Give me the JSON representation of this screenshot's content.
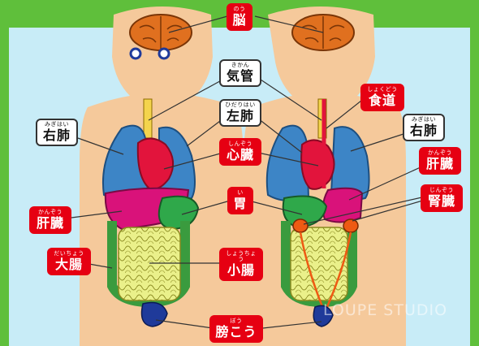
{
  "labels": [
    {
      "id": "brain",
      "ruby": "のう",
      "kanji": "脳",
      "style": "red"
    },
    {
      "id": "trachea",
      "ruby": "きかん",
      "kanji": "気管",
      "style": "white"
    },
    {
      "id": "esophagus",
      "ruby": "しょくどう",
      "kanji": "食道",
      "style": "red"
    },
    {
      "id": "left-lung",
      "ruby": "ひだりはい",
      "kanji": "左肺",
      "style": "white"
    },
    {
      "id": "right-lung-front",
      "ruby": "みぎはい",
      "kanji": "右肺",
      "style": "white"
    },
    {
      "id": "right-lung-back",
      "ruby": "みぎはい",
      "kanji": "右肺",
      "style": "white"
    },
    {
      "id": "heart",
      "ruby": "しんぞう",
      "kanji": "心臓",
      "style": "red"
    },
    {
      "id": "liver-front",
      "ruby": "かんぞう",
      "kanji": "肝臓",
      "style": "red"
    },
    {
      "id": "liver-back",
      "ruby": "かんぞう",
      "kanji": "肝臓",
      "style": "red"
    },
    {
      "id": "kidney",
      "ruby": "じんぞう",
      "kanji": "腎臓",
      "style": "red"
    },
    {
      "id": "stomach",
      "ruby": "い",
      "kanji": "胃",
      "style": "red"
    },
    {
      "id": "large-intestine",
      "ruby": "だいちょう",
      "kanji": "大腸",
      "style": "red"
    },
    {
      "id": "small-intestine",
      "ruby": "しょうちょう",
      "kanji": "小腸",
      "style": "red"
    },
    {
      "id": "bladder",
      "ruby": "ぼう",
      "kanji": "膀こう",
      "style": "red"
    }
  ],
  "watermark": "LOUPE STUDIO",
  "colors": {
    "frame": "#5fbf3b",
    "background": "#c8ecf7",
    "skin": "#f5c99b",
    "brain": "#e0701f",
    "lung": "#3d85c6",
    "heart": "#e2143c",
    "trachea": "#f4d44d",
    "liver": "#d9127a",
    "stomach": "#2fa84a",
    "intestine": "#eaf08a",
    "colon": "#3a9b3e",
    "kidney": "#ee5a13",
    "bladder": "#1f3a9a",
    "label_red": "#e60012"
  }
}
